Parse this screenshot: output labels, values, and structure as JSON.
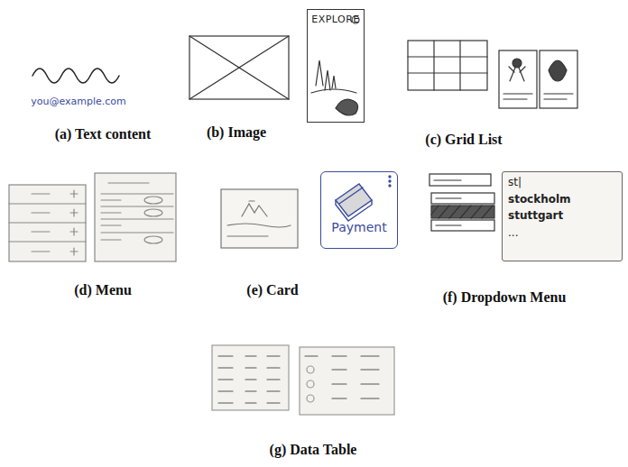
{
  "diagram": {
    "nodes": [
      {
        "text": [
          "EXPLORE"
        ]
      },
      {
        "text": [
          "Payment"
        ]
      },
      {
        "text": [
          "st|",
          "stockholm",
          "stuttgart",
          "..."
        ]
      }
    ],
    "labels": [
      "you@example.com",
      "(a) Text content",
      "(b) Image",
      "(c) Grid List",
      "(d) Menu",
      "(e) Card",
      "(f) Dropdown Menu",
      "(g) Data Table"
    ]
  }
}
